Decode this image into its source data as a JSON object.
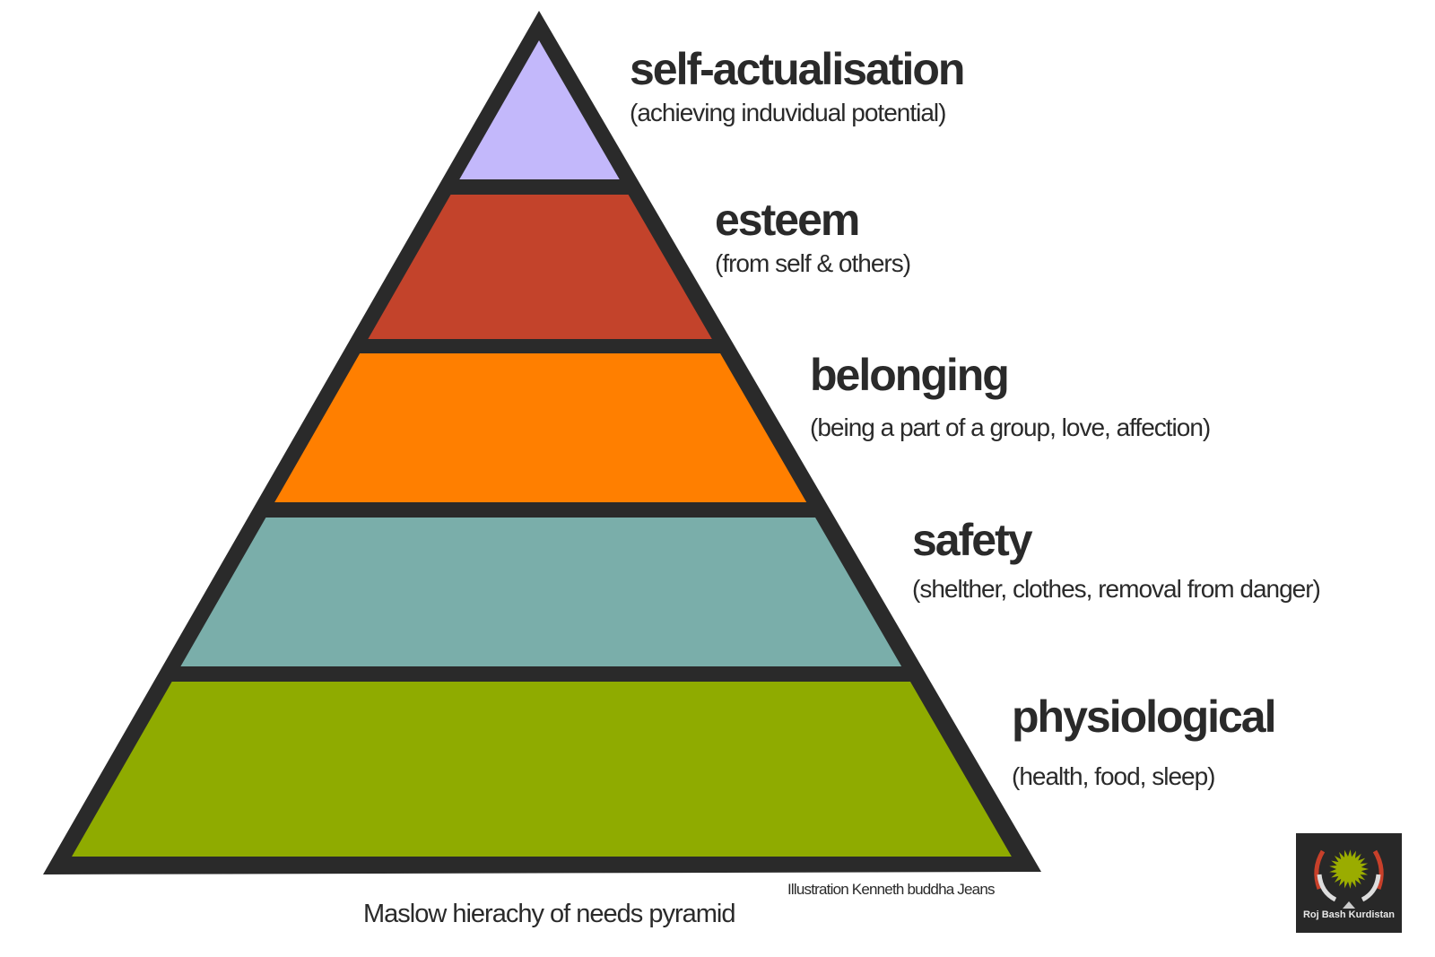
{
  "levels": [
    {
      "title": "self-actualisation",
      "subtitle": "(achieving induvidual potential)",
      "color": "#c3b8fb"
    },
    {
      "title": "esteem",
      "subtitle": "(from self & others)",
      "color": "#c3432b"
    },
    {
      "title": "belonging",
      "subtitle": "(being a part of a group, love, affection)",
      "color": "#ff7f00"
    },
    {
      "title": "safety",
      "subtitle": "(shelther, clothes, removal from danger)",
      "color": "#7aaeaa"
    },
    {
      "title": "physiological",
      "subtitle": "(health, food, sleep)",
      "color": "#8fab00"
    }
  ],
  "outline_color": "#2a2a2a",
  "credit": "Illustration Kenneth buddha Jeans",
  "caption": "Maslow hierachy of needs pyramid",
  "logo": {
    "text": "Roj Bash Kurdistan",
    "icon": "sun-emblem-icon"
  }
}
